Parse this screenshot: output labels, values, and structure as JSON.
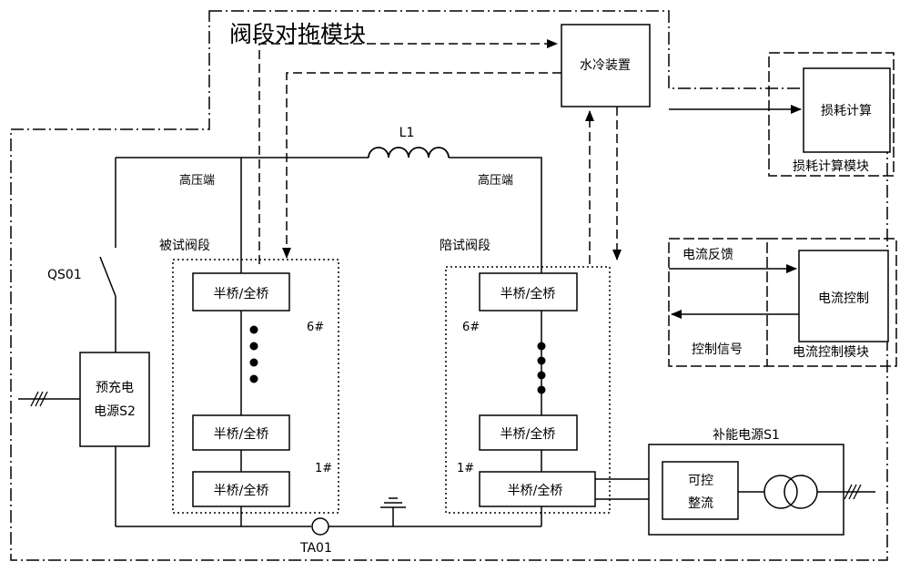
{
  "module_title": "阀段对拖模块",
  "water_cooling": "水冷装置",
  "loss_calc": "损耗计算",
  "loss_calc_module": "损耗计算模块",
  "current_control": "电流控制",
  "current_control_module": "电流控制模块",
  "current_feedback": "电流反馈",
  "control_signal": "控制信号",
  "inductor": "L1",
  "hv_left": "高压端",
  "hv_right": "高压端",
  "tested_valve": "被试阀段",
  "companion_valve": "陪试阀段",
  "switch": "QS01",
  "precharge_line1": "预充电",
  "precharge_line2": "电源S2",
  "half_full_bridge": "半桥/全桥",
  "num6": "6#",
  "num1": "1#",
  "supplement_power": "补能电源S1",
  "ctrl_rect_line1": "可控",
  "ctrl_rect_line2": "整流",
  "current_transformer": "TA01"
}
